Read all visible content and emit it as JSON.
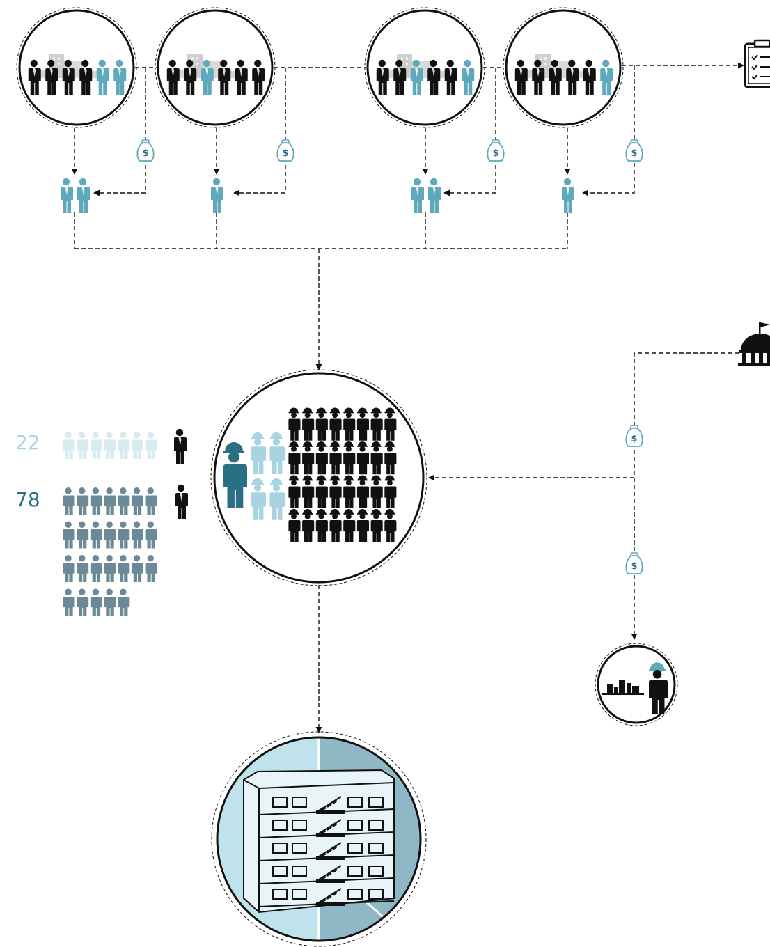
{
  "stats": {
    "group_a_value": "22",
    "group_b_value": "78"
  },
  "colors": {
    "dark": "#111111",
    "teal": "#5fa9bd",
    "light_teal": "#a8d3e0",
    "pale_teal": "#d7ebf1",
    "slate": "#6c8997",
    "deep_teal": "#2b6f85",
    "gray_building": "#cfcfcf",
    "site_bg": "#bfe2ec",
    "site_shade": "#8fb7c5"
  },
  "icons": {
    "person": "person-icon",
    "worker": "worker-icon",
    "money_bag": "money-bag-icon",
    "clipboard": "clipboard-icon",
    "government": "government-building-icon",
    "building": "apartment-building-icon"
  },
  "diagram": {
    "top_groups": [
      {
        "figures": [
          "dark",
          "dark",
          "dark",
          "dark",
          "teal",
          "teal"
        ],
        "selected": 2
      },
      {
        "figures": [
          "dark",
          "dark",
          "teal",
          "dark",
          "dark",
          "dark"
        ],
        "selected": 1
      },
      {
        "figures": [
          "dark",
          "dark",
          "teal",
          "dark",
          "dark",
          "teal"
        ],
        "selected": 2
      },
      {
        "figures": [
          "dark",
          "dark",
          "dark",
          "dark",
          "dark",
          "teal"
        ],
        "selected": 1
      }
    ],
    "group_a_count": 7,
    "group_b_count": 26,
    "crew": {
      "lead": 1,
      "helpers": 4,
      "worker_rows": 4,
      "workers_per_row": 8
    }
  }
}
